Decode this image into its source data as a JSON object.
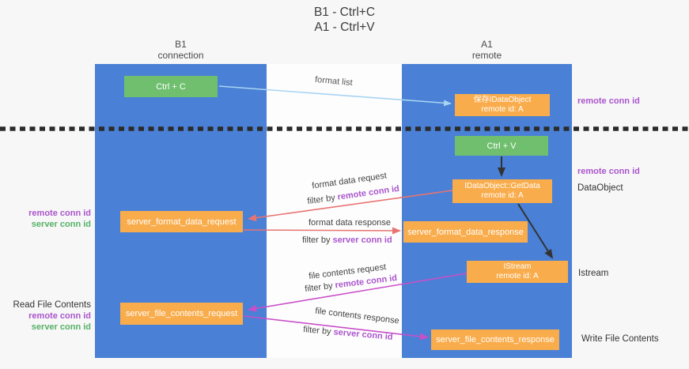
{
  "title": {
    "line1": "B1 - Ctrl+C",
    "line2": "A1 - Ctrl+V"
  },
  "columns": {
    "left": {
      "name": "B1",
      "role": "connection"
    },
    "right": {
      "name": "A1",
      "role": "remote"
    }
  },
  "nodes": {
    "ctrl_c": "Ctrl + C",
    "ctrl_v": "Ctrl + V",
    "save_dataobject": {
      "line1": "保存IDataObject",
      "line2": "remote id: A"
    },
    "getdata": {
      "line1": "IDataObject::GetData",
      "line2": "remote id: A"
    },
    "istream": {
      "line1": "IStream",
      "line2": "remote id: A"
    },
    "format_request": "server_format_data_request",
    "format_response": "server_format_data_response",
    "file_request": "server_file_contents_request",
    "file_response": "server_file_contents_response"
  },
  "arrow_labels": {
    "format_list": "format list",
    "format_data_request": "format data request",
    "format_data_response": "format data response",
    "file_contents_request": "file contents request",
    "file_contents_response": "file contents response",
    "filter_by": "filter by ",
    "remote_conn_id": "remote conn id",
    "server_conn_id": "server conn id"
  },
  "side_labels": {
    "right_remote_conn_id_1": "remote conn id",
    "right_remote_conn_id_2": "remote conn id",
    "right_dataobject": "DataObject",
    "right_istream": "Istream",
    "right_write_file_contents": "Write File Contents",
    "left_remote_conn_id_1": "remote conn id",
    "left_server_conn_id_1": "server conn id",
    "left_read_file_contents": "Read File Contents",
    "left_remote_conn_id_2": "remote conn id",
    "left_server_conn_id_2": "server conn id"
  },
  "colors": {
    "column_blue": "#4a80d5",
    "node_green": "#6fbf6f",
    "node_orange": "#f9ac4b",
    "arrow_red": "#e87472",
    "arrow_magenta": "#c94fc9",
    "arrow_lightblue": "#a8d4f2",
    "arrow_black": "#333333",
    "label_purple": "#aa55cc",
    "label_green": "#55b165"
  }
}
